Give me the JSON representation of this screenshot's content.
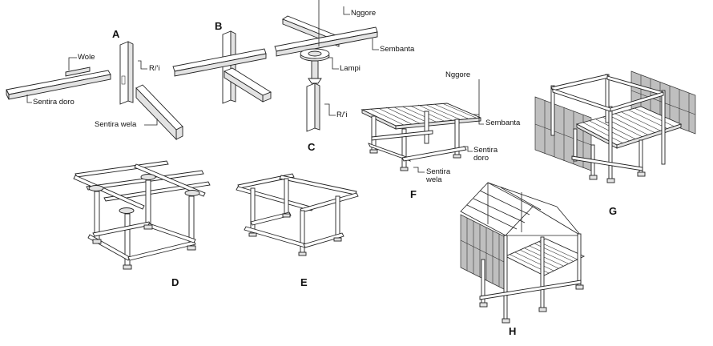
{
  "labels": {
    "a": {
      "letter": "A",
      "wole": "Wole",
      "sentira_doro": "Sentira doro",
      "rii": "R/'i",
      "sentira_wela": "Sentira wela"
    },
    "b": {
      "letter": "B"
    },
    "c": {
      "letter": "C",
      "nggore": "Nggore",
      "sembanta": "Sembanta",
      "lampi": "Lampi",
      "rii": "R/'i"
    },
    "d": {
      "letter": "D"
    },
    "e": {
      "letter": "E"
    },
    "f": {
      "letter": "F",
      "nggore": "Nggore",
      "sembanta": "Sembanta",
      "sentira_doro_1": "Sentira",
      "sentira_doro_2": "doro",
      "sentira_wela_1": "Sentira",
      "sentira_wela_2": "wela"
    },
    "g": {
      "letter": "G"
    },
    "h": {
      "letter": "H"
    }
  },
  "colors": {
    "line": "#222222",
    "fill_light": "#ffffff",
    "fill_shade": "#e3e3e3",
    "wall": "#bfbfbf"
  }
}
